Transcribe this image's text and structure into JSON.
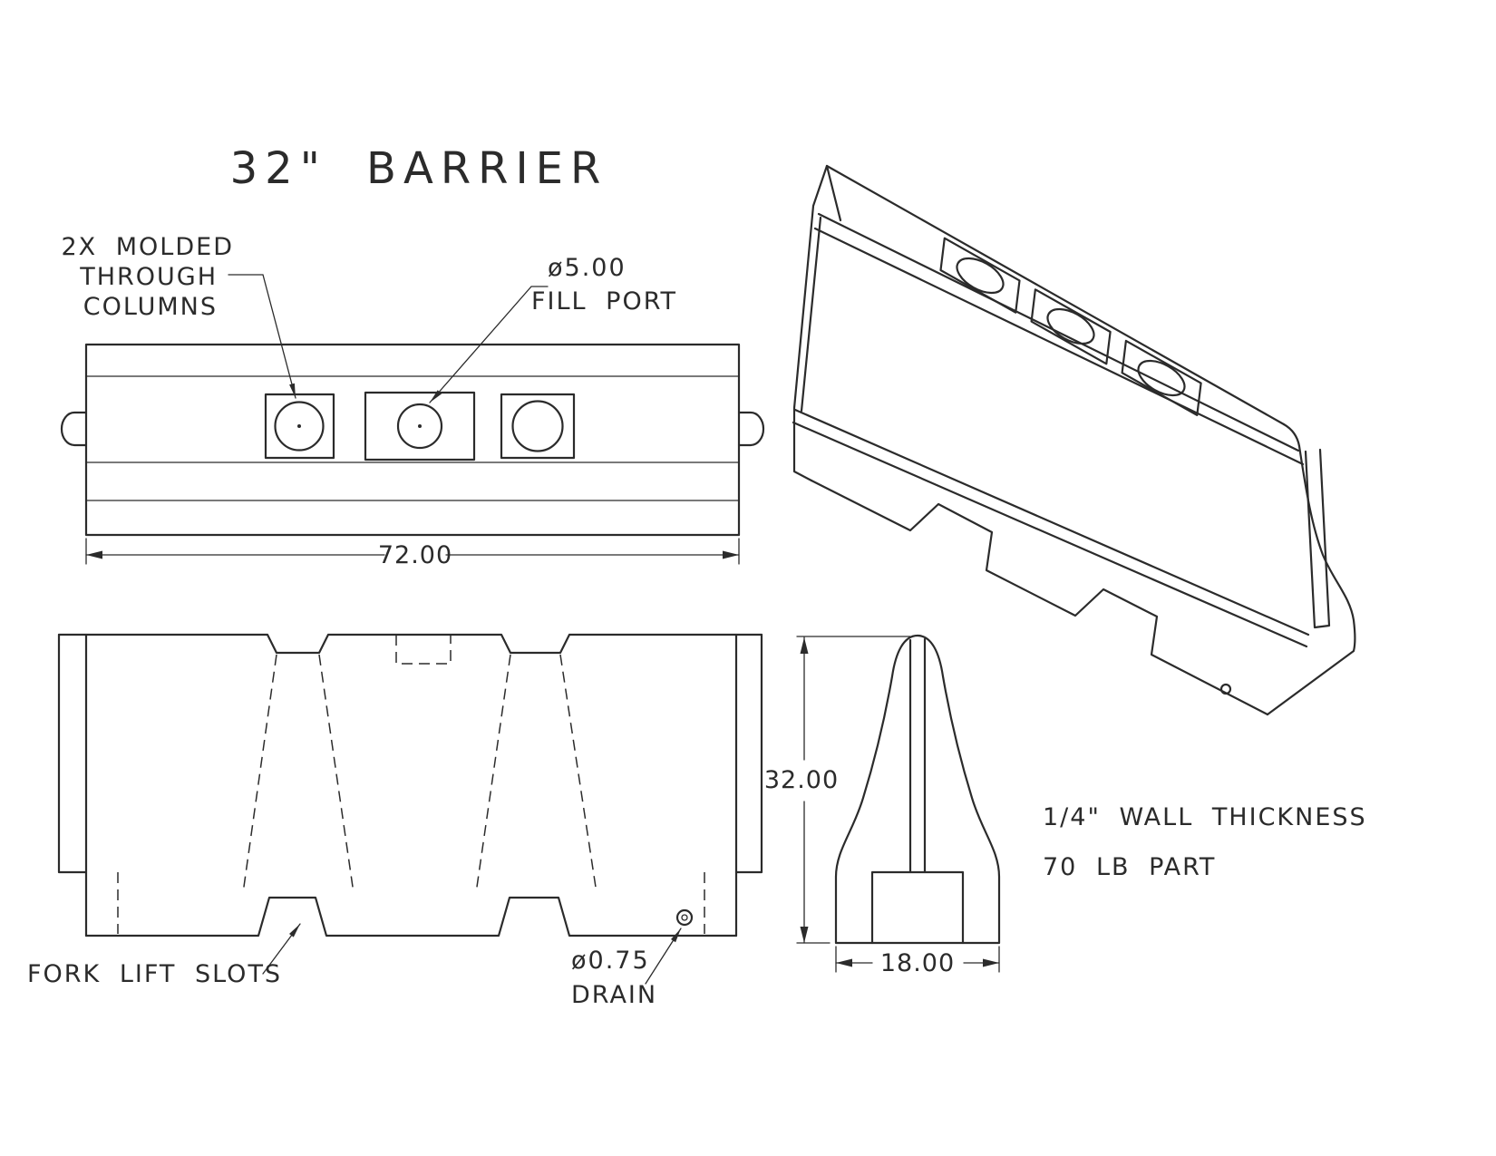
{
  "title": "32\" BARRIER",
  "top_view": {
    "molded_columns_label": {
      "line1": "2X MOLDED",
      "line2": "THROUGH",
      "line3": "COLUMNS"
    },
    "fill_port_label": {
      "line1": "ø5.00",
      "line2": "FILL PORT"
    },
    "length_dimension": "72.00"
  },
  "front_view": {
    "fork_lift_label": "FORK LIFT SLOTS",
    "drain_label": {
      "line1": "ø0.75",
      "line2": "DRAIN"
    }
  },
  "end_view": {
    "height_dimension": "32.00",
    "width_dimension": "18.00"
  },
  "notes": {
    "wall_thickness": "1/4\" WALL THICKNESS",
    "weight": "70 LB PART"
  }
}
